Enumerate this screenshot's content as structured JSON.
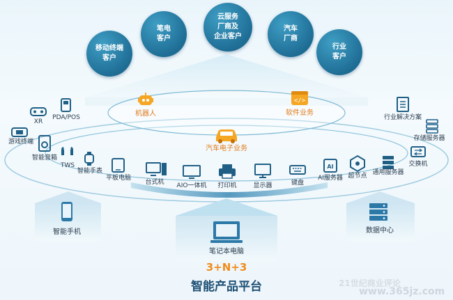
{
  "bubbles": {
    "mobile_terminal": "移动终端\n客户",
    "notebook": "笔电\n客户",
    "cloud": "云服务\n厂商及\n企业客户",
    "auto": "汽车\n厂商",
    "industry": "行业\n客户"
  },
  "center": {
    "robot": "机器人",
    "software": "软件业务",
    "auto_electronics": "汽车电子业务"
  },
  "left_devices": {
    "xr": "XR",
    "pda_pos": "PDA/POS",
    "game_console": "游戏终端",
    "smart_speaker": "智能音箱",
    "tws": "TWS",
    "smart_watch": "智能手表",
    "tablet": "平板电脑"
  },
  "pc_devices": {
    "desktop": "台式机",
    "aio": "AIO一体机",
    "printer": "打印机",
    "monitor": "显示器",
    "keyboard": "键盘"
  },
  "right_devices": {
    "industry_solution": "行业解决方案",
    "storage_server": "存储服务器",
    "switch": "交换机",
    "general_server": "通用服务器",
    "super_node": "超节点",
    "ai_server": "AI服务器"
  },
  "pillars": {
    "phone": "智能手机",
    "laptop": "笔记本电脑",
    "datacenter": "数据中心"
  },
  "formula": "3+N+3",
  "platform_title": "智能产品平台",
  "watermark": {
    "source": "21世纪商业评论",
    "site": "www.365jz.com"
  },
  "colors": {
    "primary_blue": "#1f6e96",
    "accent_orange": "#f5a623",
    "dark_text": "#2a3b4d"
  }
}
